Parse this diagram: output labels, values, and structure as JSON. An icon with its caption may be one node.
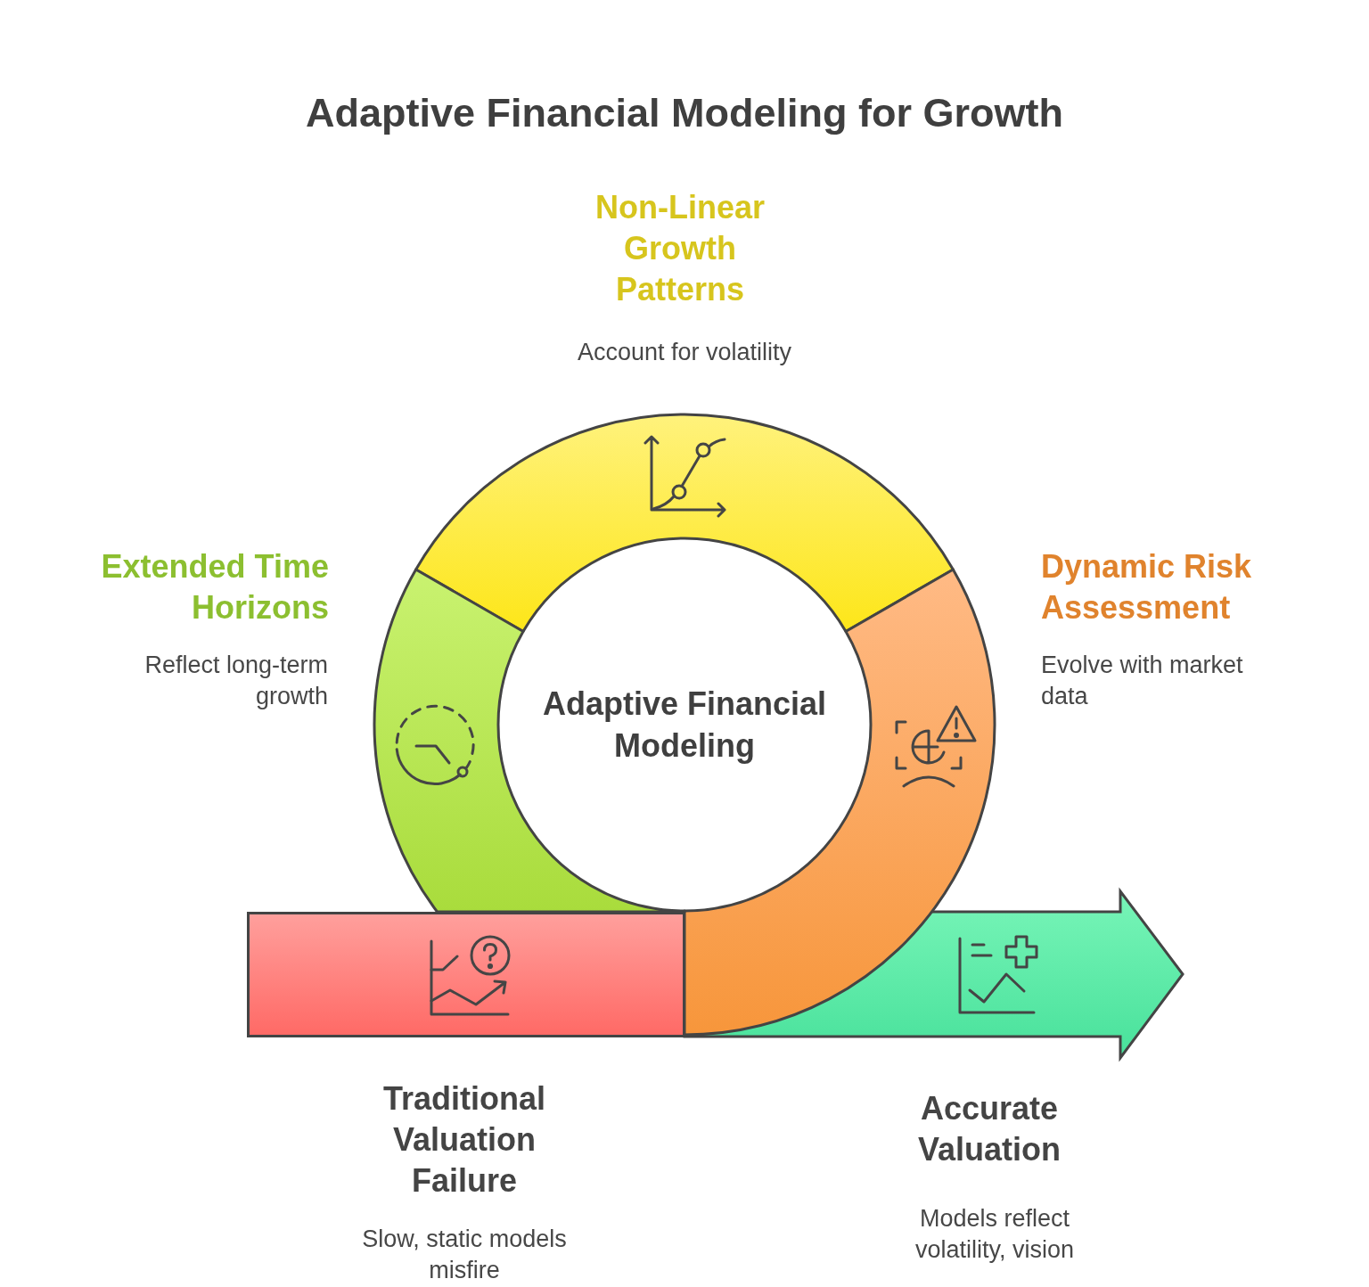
{
  "diagram": {
    "title": "Adaptive Financial Modeling for Growth",
    "nodes": [
      {
        "text": [
          "Non-Linear Growth Patterns",
          "Account for volatility"
        ]
      },
      {
        "text": [
          "Extended Time Horizons",
          "Reflect long-term growth"
        ]
      },
      {
        "text": [
          "Dynamic Risk Assessment",
          "Evolve with market data"
        ]
      },
      {
        "text": [
          "Adaptive Financial Modeling"
        ]
      },
      {
        "text": [
          "Traditional Valuation Failure",
          "Slow, static models misfire"
        ]
      },
      {
        "text": [
          "Accurate Valuation",
          "Models reflect volatility, vision"
        ]
      }
    ]
  }
}
